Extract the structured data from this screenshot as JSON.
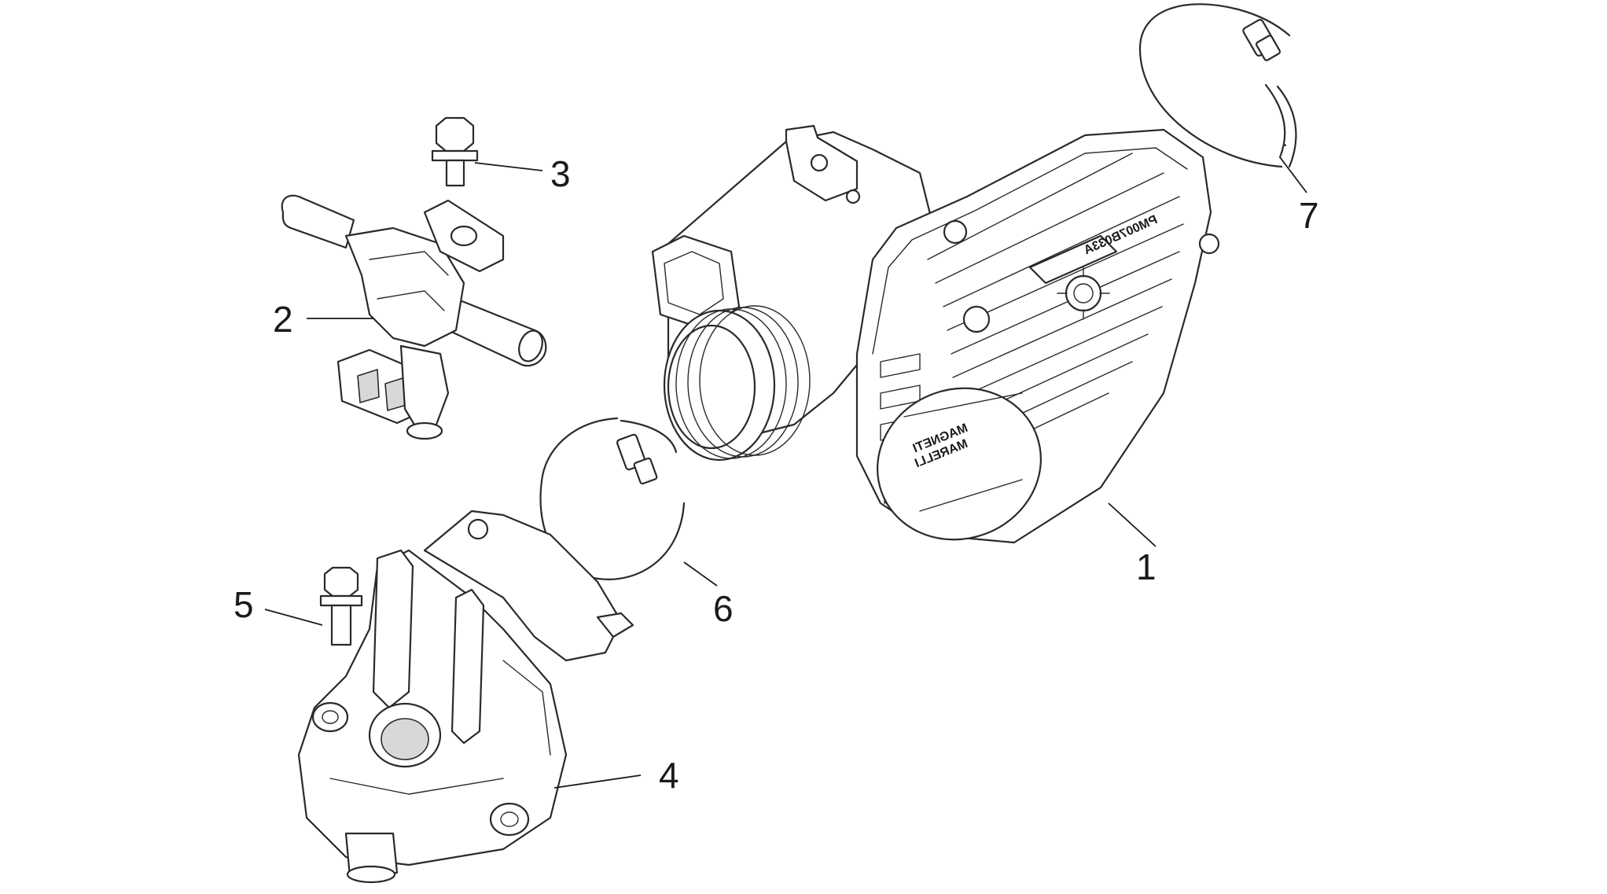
{
  "callouts": [
    {
      "id": "1",
      "label": "1"
    },
    {
      "id": "2",
      "label": "2"
    },
    {
      "id": "3",
      "label": "3"
    },
    {
      "id": "4",
      "label": "4"
    },
    {
      "id": "5",
      "label": "5"
    },
    {
      "id": "6",
      "label": "6"
    },
    {
      "id": "7",
      "label": "7"
    }
  ],
  "throttle_body": {
    "brand_line1": "MAGNETI",
    "brand_line2": "MARELLI",
    "code": "PM007B033A"
  }
}
